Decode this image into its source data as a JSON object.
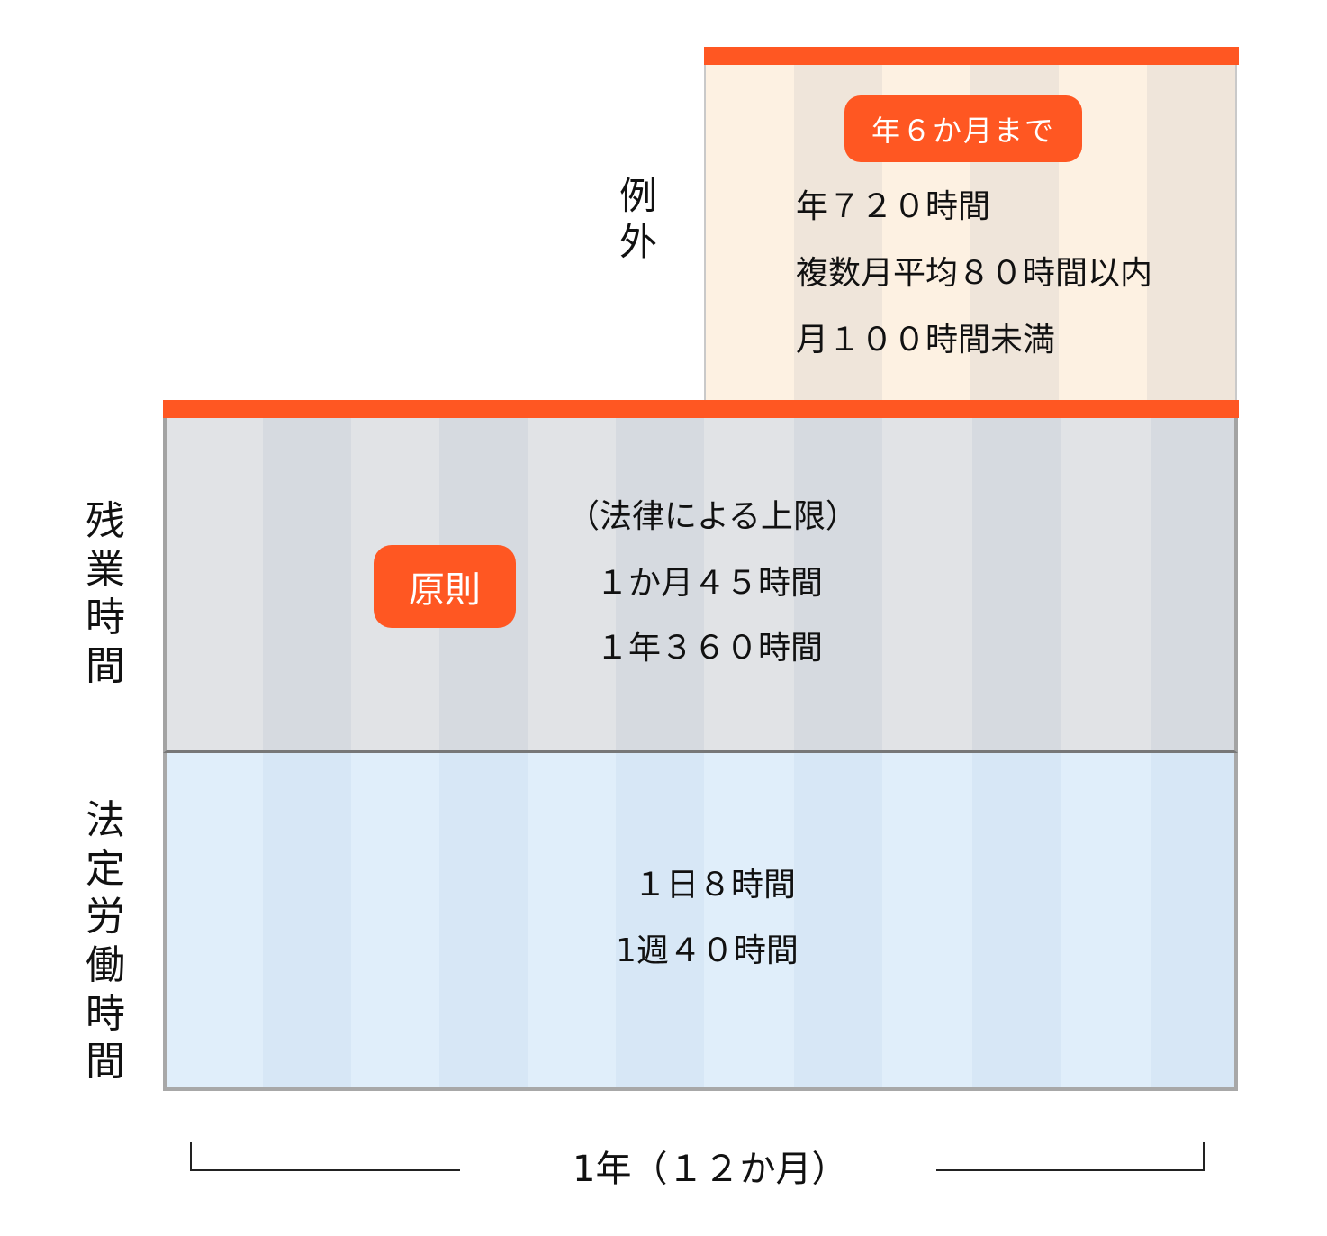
{
  "colors": {
    "accent": "#ff5722",
    "exception_stripe_a": "#fdf1e2",
    "exception_stripe_b": "#efe5da",
    "principle_stripe_a": "#e1e3e6",
    "principle_stripe_b": "#d6dae0",
    "statutory_stripe_a": "#e0eefa",
    "statutory_stripe_b": "#d7e7f6"
  },
  "exception": {
    "side_label": [
      "例",
      "外"
    ],
    "badge": "年６か月まで",
    "lines": [
      "年７２０時間",
      "複数月平均８０時間以内",
      "月１００時間未満"
    ]
  },
  "principle": {
    "side_label": [
      "残",
      "業",
      "時",
      "間"
    ],
    "badge": "原則",
    "lines": [
      "（法律による上限）",
      "１か月４５時間",
      "１年３６０時間"
    ]
  },
  "statutory": {
    "side_label": [
      "法",
      "定",
      "労",
      "働",
      "時",
      "間"
    ],
    "lines": [
      "１日８時間",
      "1週４０時間"
    ]
  },
  "axis": {
    "label": "1年（１２か月）",
    "months": 12
  }
}
